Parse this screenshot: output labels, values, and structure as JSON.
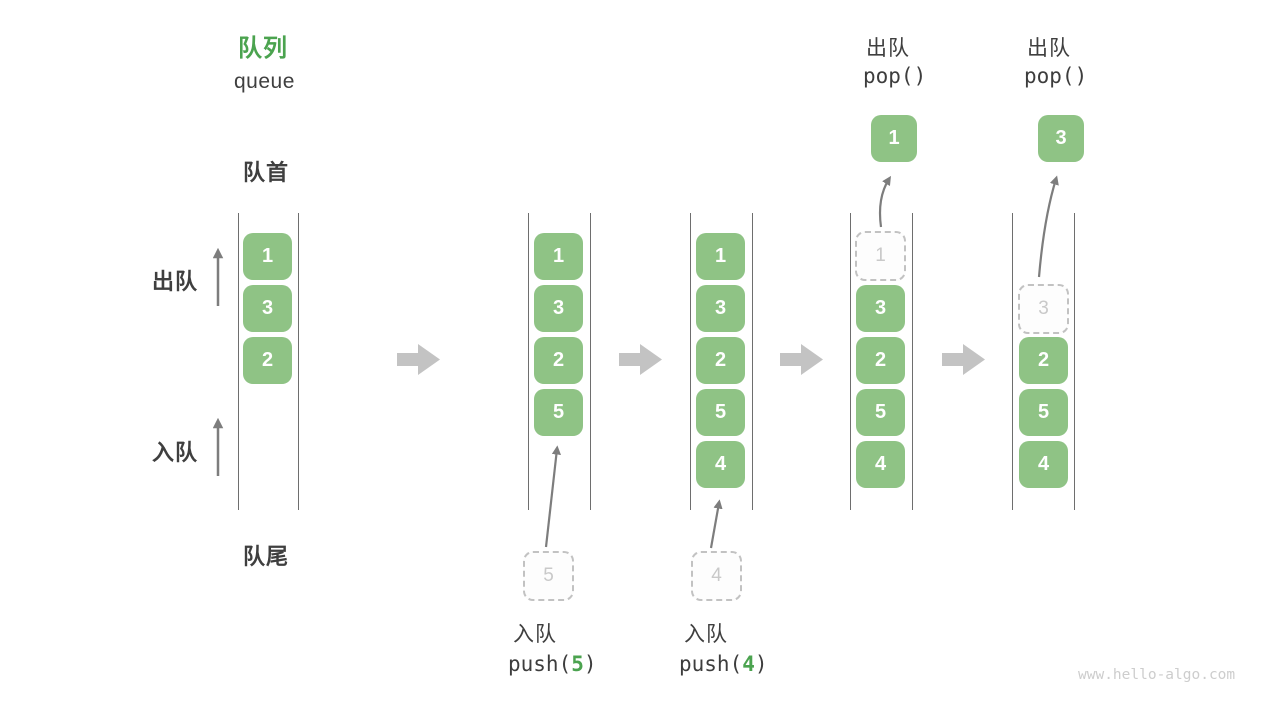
{
  "title": {
    "main": "队列",
    "sub": "queue"
  },
  "side_labels": {
    "front": "队首",
    "rear": "队尾",
    "dequeue": "出队",
    "enqueue": "入队"
  },
  "queues": [
    {
      "slots": [
        {
          "v": "1",
          "k": "solid"
        },
        {
          "v": "3",
          "k": "solid"
        },
        {
          "v": "2",
          "k": "solid"
        }
      ]
    },
    {
      "slots": [
        {
          "v": "1",
          "k": "solid"
        },
        {
          "v": "3",
          "k": "solid"
        },
        {
          "v": "2",
          "k": "solid"
        },
        {
          "v": "5",
          "k": "solid"
        }
      ],
      "staged": "5"
    },
    {
      "slots": [
        {
          "v": "1",
          "k": "solid"
        },
        {
          "v": "3",
          "k": "solid"
        },
        {
          "v": "2",
          "k": "solid"
        },
        {
          "v": "5",
          "k": "solid"
        },
        {
          "v": "4",
          "k": "solid"
        }
      ],
      "staged": "4"
    },
    {
      "slots": [
        {
          "v": "1",
          "k": "ghost"
        },
        {
          "v": "3",
          "k": "solid"
        },
        {
          "v": "2",
          "k": "solid"
        },
        {
          "v": "5",
          "k": "solid"
        },
        {
          "v": "4",
          "k": "solid"
        }
      ],
      "popped": "1"
    },
    {
      "slots": [
        {
          "v": "",
          "k": "empty"
        },
        {
          "v": "3",
          "k": "ghost"
        },
        {
          "v": "2",
          "k": "solid"
        },
        {
          "v": "5",
          "k": "solid"
        },
        {
          "v": "4",
          "k": "solid"
        }
      ],
      "popped": "3"
    }
  ],
  "operations": {
    "push1": {
      "label": "入队",
      "code_pre": "push(",
      "arg": "5",
      "code_post": ")"
    },
    "push2": {
      "label": "入队",
      "code_pre": "push(",
      "arg": "4",
      "code_post": ")"
    },
    "pop1": {
      "label": "出队",
      "code": "pop()"
    },
    "pop2": {
      "label": "出队",
      "code": "pop()"
    }
  },
  "icons": {
    "flow_arrow": "right-block-arrow",
    "direction_arrow": "up-arrow"
  },
  "watermark": "www.hello-algo.com",
  "colors": {
    "accent_green": "#4BA34F",
    "cell_green": "#8FC385",
    "cell_text": "#FFFFFF",
    "ghost_border": "#C2C2C2",
    "ghost_text": "#C9C9C9",
    "label_text": "#3F3F3F",
    "tube_line": "#6E6E6E",
    "thin_arrow": "#7D7D7D",
    "block_arrow": "#C3C3C3",
    "watermark": "#CDCDCD"
  }
}
